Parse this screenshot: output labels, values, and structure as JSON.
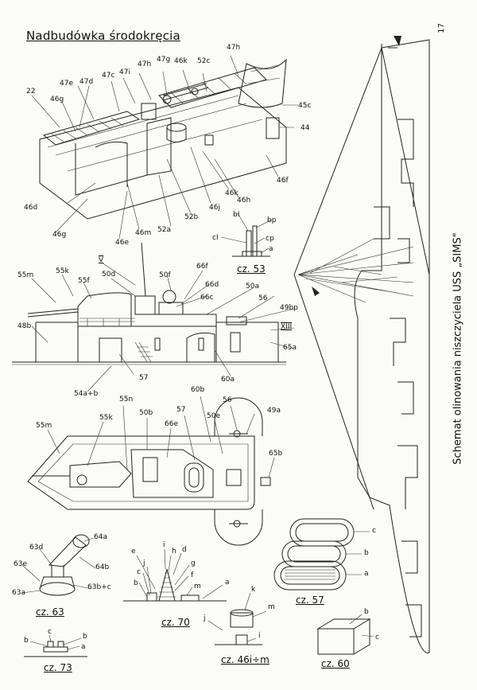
{
  "page_number": "17",
  "title": "Nadbudówka środokręcia",
  "side_title": "Schemat olinowania niszczyciela USS „SIMS\"",
  "captions": {
    "cz53": "cz. 53",
    "cz63": "cz. 63",
    "cz70": "cz. 70",
    "cz57": "cz. 57",
    "cz73": "cz. 73",
    "cz46": "cz. 46i÷m",
    "cz60": "cz. 60"
  },
  "iso_labels": [
    "22",
    "47e",
    "47d",
    "46g",
    "47c",
    "47i",
    "47h",
    "47g",
    "46k",
    "52c",
    "47h",
    "45c",
    "44",
    "46f",
    "46h",
    "46k",
    "46j",
    "52b",
    "52a",
    "46m",
    "46e",
    "46g",
    "46d"
  ],
  "cz53_labels": [
    "bI",
    "bp",
    "cI",
    "cp",
    "a"
  ],
  "side_labels": [
    "55m",
    "55k",
    "55f",
    "V",
    "50d",
    "50f",
    "66f",
    "66d",
    "66c",
    "50a",
    "56",
    "49bp",
    "XIII",
    "65a",
    "48b",
    "60a",
    "57",
    "54a+b"
  ],
  "plan_labels": [
    "55m",
    "55n",
    "55k",
    "50b",
    "66e",
    "57",
    "60b",
    "50e",
    "56",
    "49a",
    "65b"
  ],
  "cz63_labels": [
    "63d",
    "64a",
    "63e",
    "64b",
    "63b+c",
    "63a"
  ],
  "cz70_labels": [
    "e",
    "j",
    "i",
    "h",
    "d",
    "g",
    "f",
    "c",
    "b",
    "m",
    "a"
  ],
  "cz57_labels": [
    "c",
    "b",
    "a"
  ],
  "cz73_labels": [
    "c",
    "b",
    "b",
    "a"
  ],
  "cz46_labels": [
    "k",
    "m",
    "j",
    "i"
  ],
  "cz60_labels": [
    "b",
    "c"
  ]
}
